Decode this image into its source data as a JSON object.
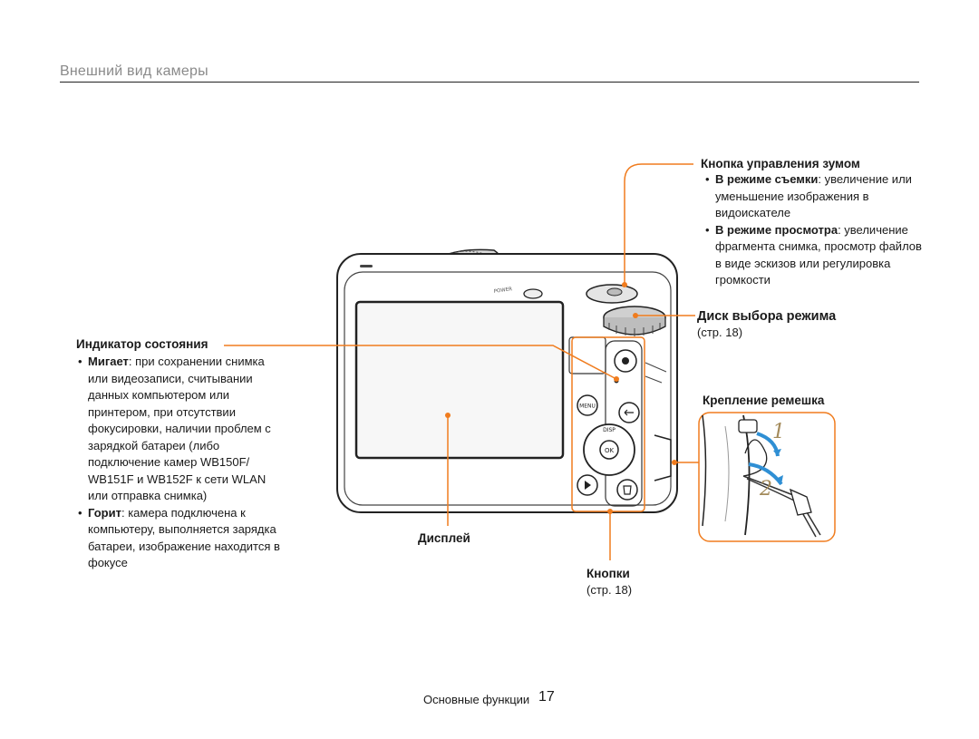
{
  "header": {
    "title": "Внешний вид камеры"
  },
  "zoom": {
    "title": "Кнопка управления зумом",
    "items": [
      {
        "term": "В режиме съемки",
        "desc": ": увеличение или уменьшение изображения в видоискателе"
      },
      {
        "term": "В режиме просмотра",
        "desc": ": увеличение фрагмента снимка, просмотр файлов в виде эскизов или регулировка громкости"
      }
    ]
  },
  "mode_dial": {
    "title": "Диск выбора режима",
    "ref": "(стр. 18)"
  },
  "strap": {
    "title": "Крепление ремешка",
    "step1": "1",
    "step2": "2"
  },
  "indicator": {
    "title": "Индикатор состояния",
    "items": [
      {
        "term": "Мигает",
        "desc": ": при сохранении снимка или видеозаписи, считывании данных компьютером или принтером, при отсутствии фокусировки, наличии проблем с зарядкой батареи (либо подключение камер WB150F/ WB151F и WB152F к сети WLAN или отправка снимка)"
      },
      {
        "term": "Горит",
        "desc": ": камера подключена к компьютеру, выполняется зарядка батареи, изображение находится в фокусе"
      }
    ]
  },
  "display": {
    "title": "Дисплей"
  },
  "buttons": {
    "title": "Кнопки",
    "ref": "(стр. 18)"
  },
  "camera": {
    "power_label": "POWER",
    "menu_label": "MENU",
    "disp_label": "DISP",
    "ok_label": "OK"
  },
  "footer": {
    "section": "Основные функции",
    "page": "17"
  },
  "colors": {
    "callout": "#f07c1e",
    "arrow": "#2f8fd4"
  }
}
